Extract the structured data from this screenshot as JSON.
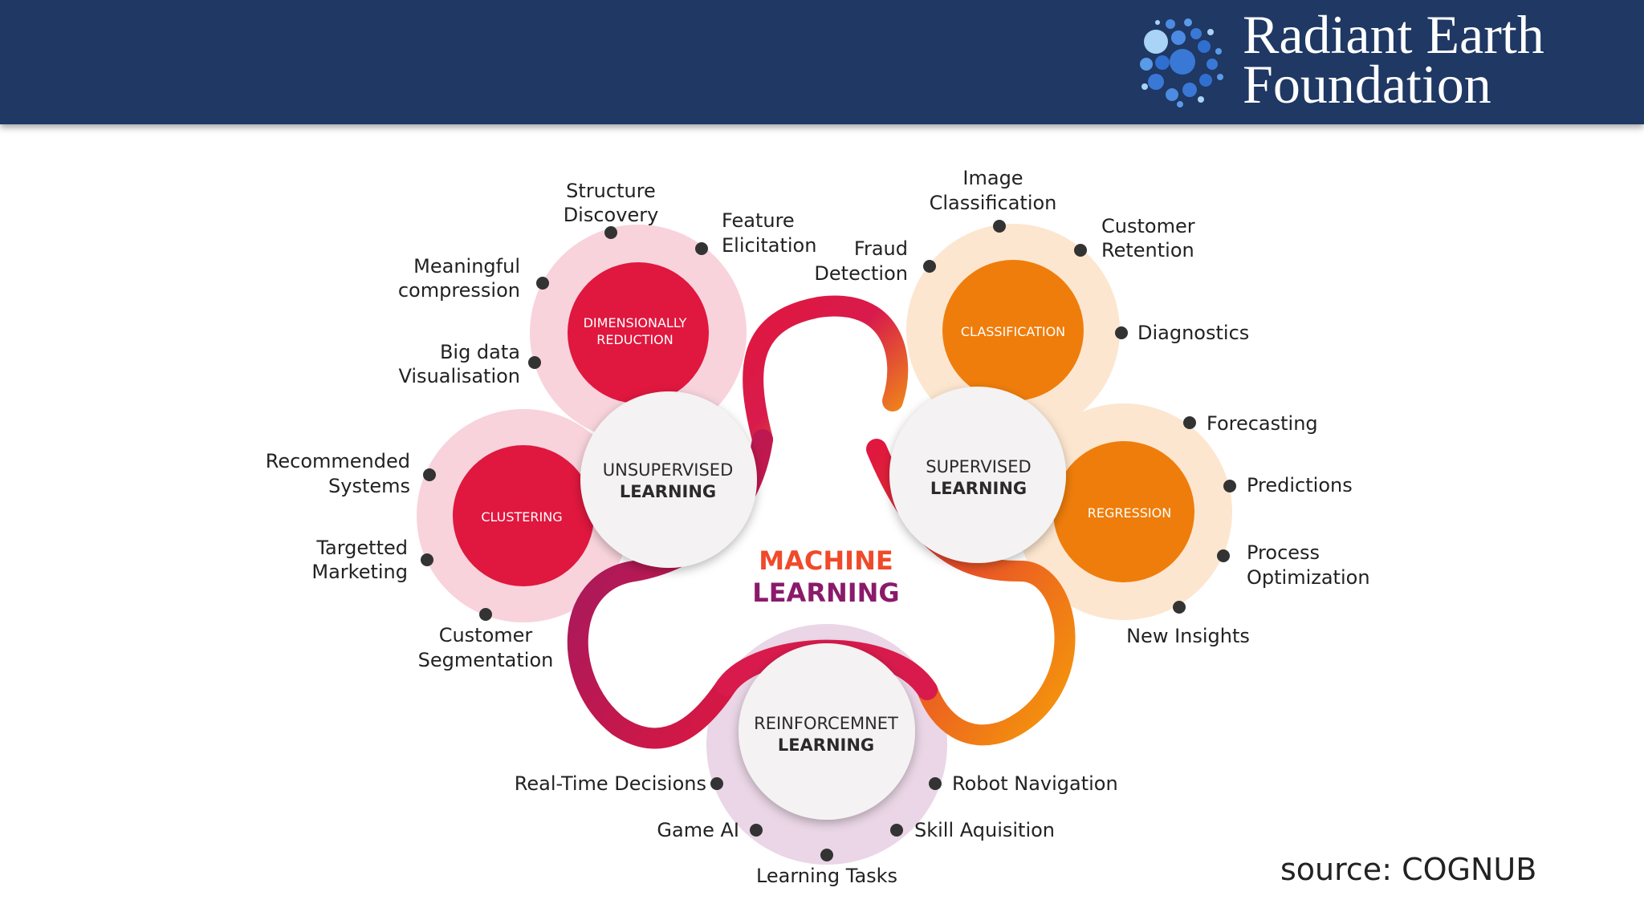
{
  "header": {
    "org_line1": "Radiant Earth",
    "org_line2": "Foundation",
    "bg_color": "#1f3864"
  },
  "diagram": {
    "center_title_line1": "MACHINE",
    "center_title_line2": "LEARNING",
    "unsupervised": {
      "hub_line1": "UNSUPERVISED",
      "hub_line2": "LEARNING",
      "dim_reduction_line1": "DIMENSIONALLY",
      "dim_reduction_line2": "REDUCTION",
      "clustering": "CLUSTERING",
      "dim_items": {
        "structure_1": "Structure",
        "structure_2": "Discovery",
        "feature_1": "Feature",
        "feature_2": "Elicitation",
        "meaningful_1": "Meaningful",
        "meaningful_2": "compression",
        "bigdata_1": "Big data",
        "bigdata_2": "Visualisation"
      },
      "clustering_items": {
        "recommended_1": "Recommended",
        "recommended_2": "Systems",
        "targetted_1": "Targetted",
        "targetted_2": "Marketing",
        "customer_1": "Customer",
        "customer_2": "Segmentation"
      }
    },
    "supervised": {
      "hub_line1": "SUPERVISED",
      "hub_line2": "LEARNING",
      "classification": "CLASSIFICATION",
      "regression": "REGRESSION",
      "classification_items": {
        "image_1": "Image",
        "image_2": "Classification",
        "retention_1": "Customer",
        "retention_2": "Retention",
        "fraud_1": "Fraud",
        "fraud_2": "Detection",
        "diagnostics": "Diagnostics"
      },
      "regression_items": {
        "forecasting": "Forecasting",
        "predictions": "Predictions",
        "process_1": "Process",
        "process_2": "Optimization",
        "insights": "New Insights"
      }
    },
    "reinforcement": {
      "hub_line1": "REINFORCEMNET",
      "hub_line2": "LEARNING",
      "items": {
        "realtime": "Real-Time Decisions",
        "robot": "Robot Navigation",
        "gameai": "Game AI",
        "skill": "Skill Aquisition",
        "tasks": "Learning Tasks"
      }
    }
  },
  "source_text": "source: COGNUB",
  "colors": {
    "unsupervised_red": "#e0173e",
    "supervised_orange": "#ef7d0b",
    "reinforcement_purple": "#8b1a6b",
    "halo_pink": "#f8d3dc",
    "halo_peach": "#fde6cf",
    "halo_lilac": "#ead6e6"
  },
  "icons": {
    "logo": "dot-cluster-logo"
  }
}
